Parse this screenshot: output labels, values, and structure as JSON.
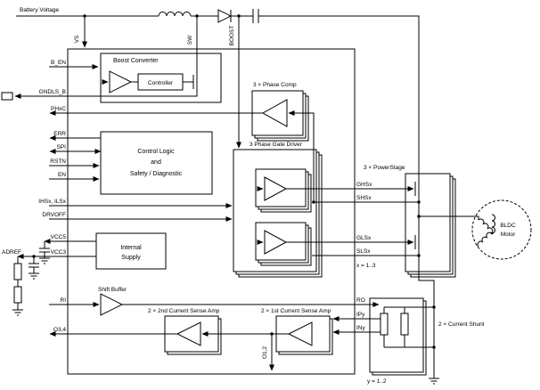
{
  "diagram": {
    "battery_voltage": "Battery Voltage",
    "pins_top": {
      "vs": "VS",
      "sw": "SW",
      "boost": "BOOST"
    },
    "blocks": {
      "boost_converter": "Boost Converter",
      "controller": "Controller",
      "phase_comp": "3 × Phase Comp",
      "gate_driver": "3 Phase Gate Driver",
      "control_logic": [
        "Control Logic",
        "and",
        "Safety / Diagnostic"
      ],
      "internal_supply": [
        "Internal",
        "Supply"
      ],
      "shift_buffer": "Shift Buffer",
      "sense_amp_2nd": "2 × 2nd Current Sense Amp",
      "sense_amp_1st": "2 × 1st Current Sense Amp",
      "power_stage": "3 × PowerStage",
      "motor": [
        "BLDC",
        "Motor"
      ],
      "current_shunt": "2 × Current Shunt"
    },
    "pins_left": {
      "b_en": "B_EN",
      "gndls_b": "GNDLS_B",
      "phxc": "PHxC",
      "err": "ERR",
      "spi": "SPI",
      "rstn": "RSTN",
      "en": "EN",
      "ihsx_ilsx": "IHSx, ILSx",
      "drvoff": "DRVOFF",
      "vcc5": "VCC5",
      "vcc3": "VCC3",
      "adref": "ADREF",
      "ri": "RI",
      "o34": "O3,4"
    },
    "pins_right": {
      "ghsx": "GHSx",
      "shsx": "SHSx",
      "glsx": "GLSx",
      "slsx": "SLSx",
      "ro": "RO",
      "ipy": "IPy",
      "iny": "INy"
    },
    "pins_bottom": {
      "o12": "O1,2"
    },
    "annotations": {
      "x_range": "x = 1..3",
      "y_range": "y = 1..2"
    }
  }
}
